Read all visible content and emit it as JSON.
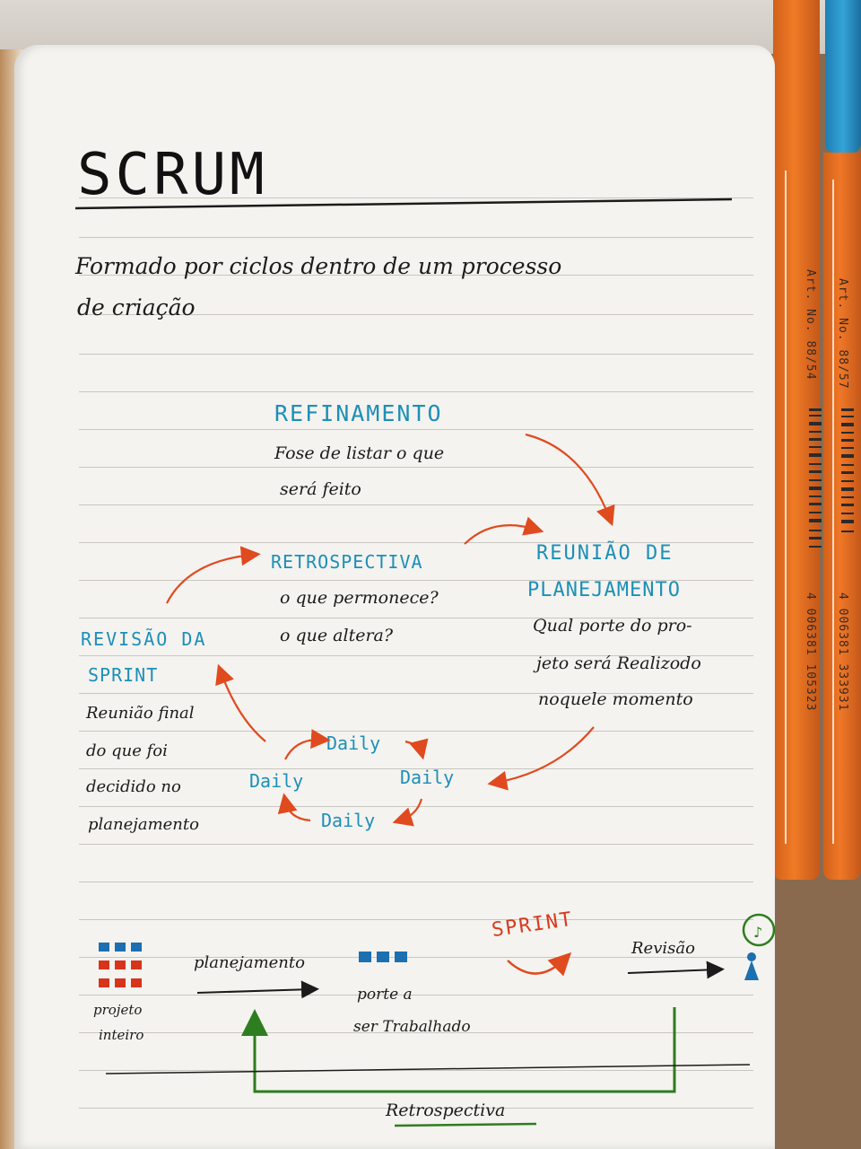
{
  "title": "SCRUM",
  "intro": {
    "line1": "Formado por ciclos dentro de um processo",
    "line2": "de criação"
  },
  "refinamento": {
    "heading": "REFINAMENTO",
    "line1": "Fose de listar o que",
    "line2": "será feito"
  },
  "retrospectiva": {
    "heading": "RETROSPECTIVA",
    "line1": "o que permonece?",
    "line2": "o que altera?"
  },
  "reuniao": {
    "heading1": "REUNIÃO DE",
    "heading2": "PLANEJAMENTO",
    "line1": "Qual porte do pro-",
    "line2": "jeto será Realizodo",
    "line3": "noquele momento"
  },
  "revisao_sprint": {
    "heading1": "REVISÃO DA",
    "heading2": "SPRINT",
    "line1": "Reunião final",
    "line2": "do que foi",
    "line3": "decidido no",
    "line4": "planejamento"
  },
  "daily": {
    "top": "Daily",
    "left": "Daily",
    "right": "Daily",
    "bottom": "Daily"
  },
  "flow": {
    "projeto1": "projeto",
    "projeto2": "inteiro",
    "planejamento": "planejamento",
    "parte1": "porte a",
    "parte2": "ser Trabalhado",
    "sprint": "SPRINT",
    "revisao": "Revisão",
    "retrospectiva": "Retrospectiva"
  },
  "pens": {
    "front_code": "Art. No. 88/54",
    "front_barcode": "4 006381 105323",
    "back_code": "Art. No. 88/57",
    "back_barcode": "4 006381 333931"
  },
  "colors": {
    "ink_black": "#1b1b1b",
    "ink_blue": "#1c8fb8",
    "ink_red": "#d83a1e",
    "ink_green": "#2e7d1e",
    "pen_orange": "#f07a26",
    "pen_blue": "#34a3d8"
  }
}
